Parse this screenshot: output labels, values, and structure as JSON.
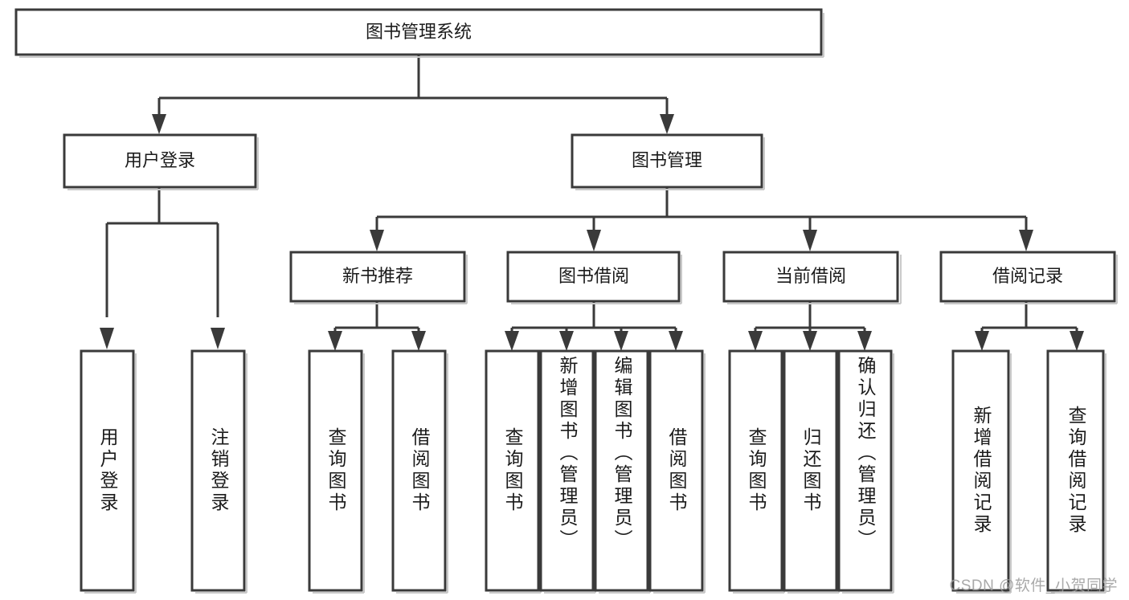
{
  "diagram": {
    "type": "tree",
    "title": "图书管理系统",
    "watermark": "CSDN @软件_小贺同学",
    "colors": {
      "box_stroke": "#3a3a3a",
      "box_fill": "#ffffff",
      "text": "#1b1b1b",
      "connector": "#3a3a3a",
      "watermark": "#9b9b9b",
      "background": "#ffffff"
    },
    "root": {
      "label": "图书管理系统"
    },
    "level2": [
      {
        "label": "用户登录"
      },
      {
        "label": "图书管理"
      }
    ],
    "level3": [
      {
        "label": "新书推荐"
      },
      {
        "label": "图书借阅"
      },
      {
        "label": "当前借阅"
      },
      {
        "label": "借阅记录"
      }
    ],
    "leaves": {
      "user_login": [
        {
          "label": "用户登录"
        },
        {
          "label": "注销登录"
        }
      ],
      "new_book_recommend": [
        {
          "label": "查询图书"
        },
        {
          "label": "借阅图书"
        }
      ],
      "book_borrow": [
        {
          "label": "查询图书"
        },
        {
          "label": "新增图书（管理员）"
        },
        {
          "label": "编辑图书（管理员）"
        },
        {
          "label": "借阅图书"
        }
      ],
      "current_borrow": [
        {
          "label": "查询图书"
        },
        {
          "label": "归还图书"
        },
        {
          "label": "确认归还（管理员）"
        }
      ],
      "borrow_record": [
        {
          "label": "新增借阅记录"
        },
        {
          "label": "查询借阅记录"
        }
      ]
    }
  }
}
